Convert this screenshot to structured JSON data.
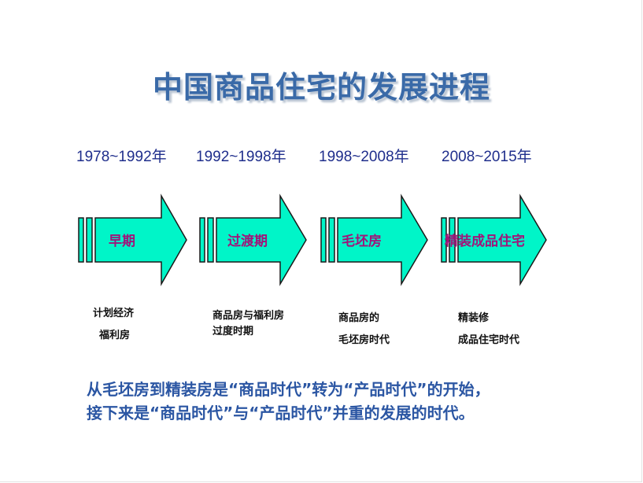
{
  "title": "中国商品住宅的发展进程",
  "stages": [
    {
      "period": "1978~1992年",
      "label": "早期",
      "desc": [
        "计划经济",
        "福利房"
      ]
    },
    {
      "period": "1992~1998年",
      "label": "过渡期",
      "desc": [
        "商品房与福利房",
        "过度时期"
      ]
    },
    {
      "period": "1998~2008年",
      "label": "毛坯房",
      "desc": [
        "商品房的",
        "毛坯房时代"
      ]
    },
    {
      "period": "2008~2015年",
      "label": "精装成品住宅",
      "desc": [
        "精装修",
        "成品住宅时代"
      ]
    }
  ],
  "summary": [
    "从毛坯房到精装房是“商品时代”转为“产品时代”的开始，",
    "接下来是“商品时代”与“产品时代”并重的发展的时代。"
  ],
  "colors": {
    "arrow_fill": "#00f5c8",
    "arrow_stroke": "#1a1a1a",
    "title": "#3a6aa8",
    "period_text": "#1f2e8c",
    "stage_text": "#a0157a",
    "summary_text": "#2b56a3"
  }
}
